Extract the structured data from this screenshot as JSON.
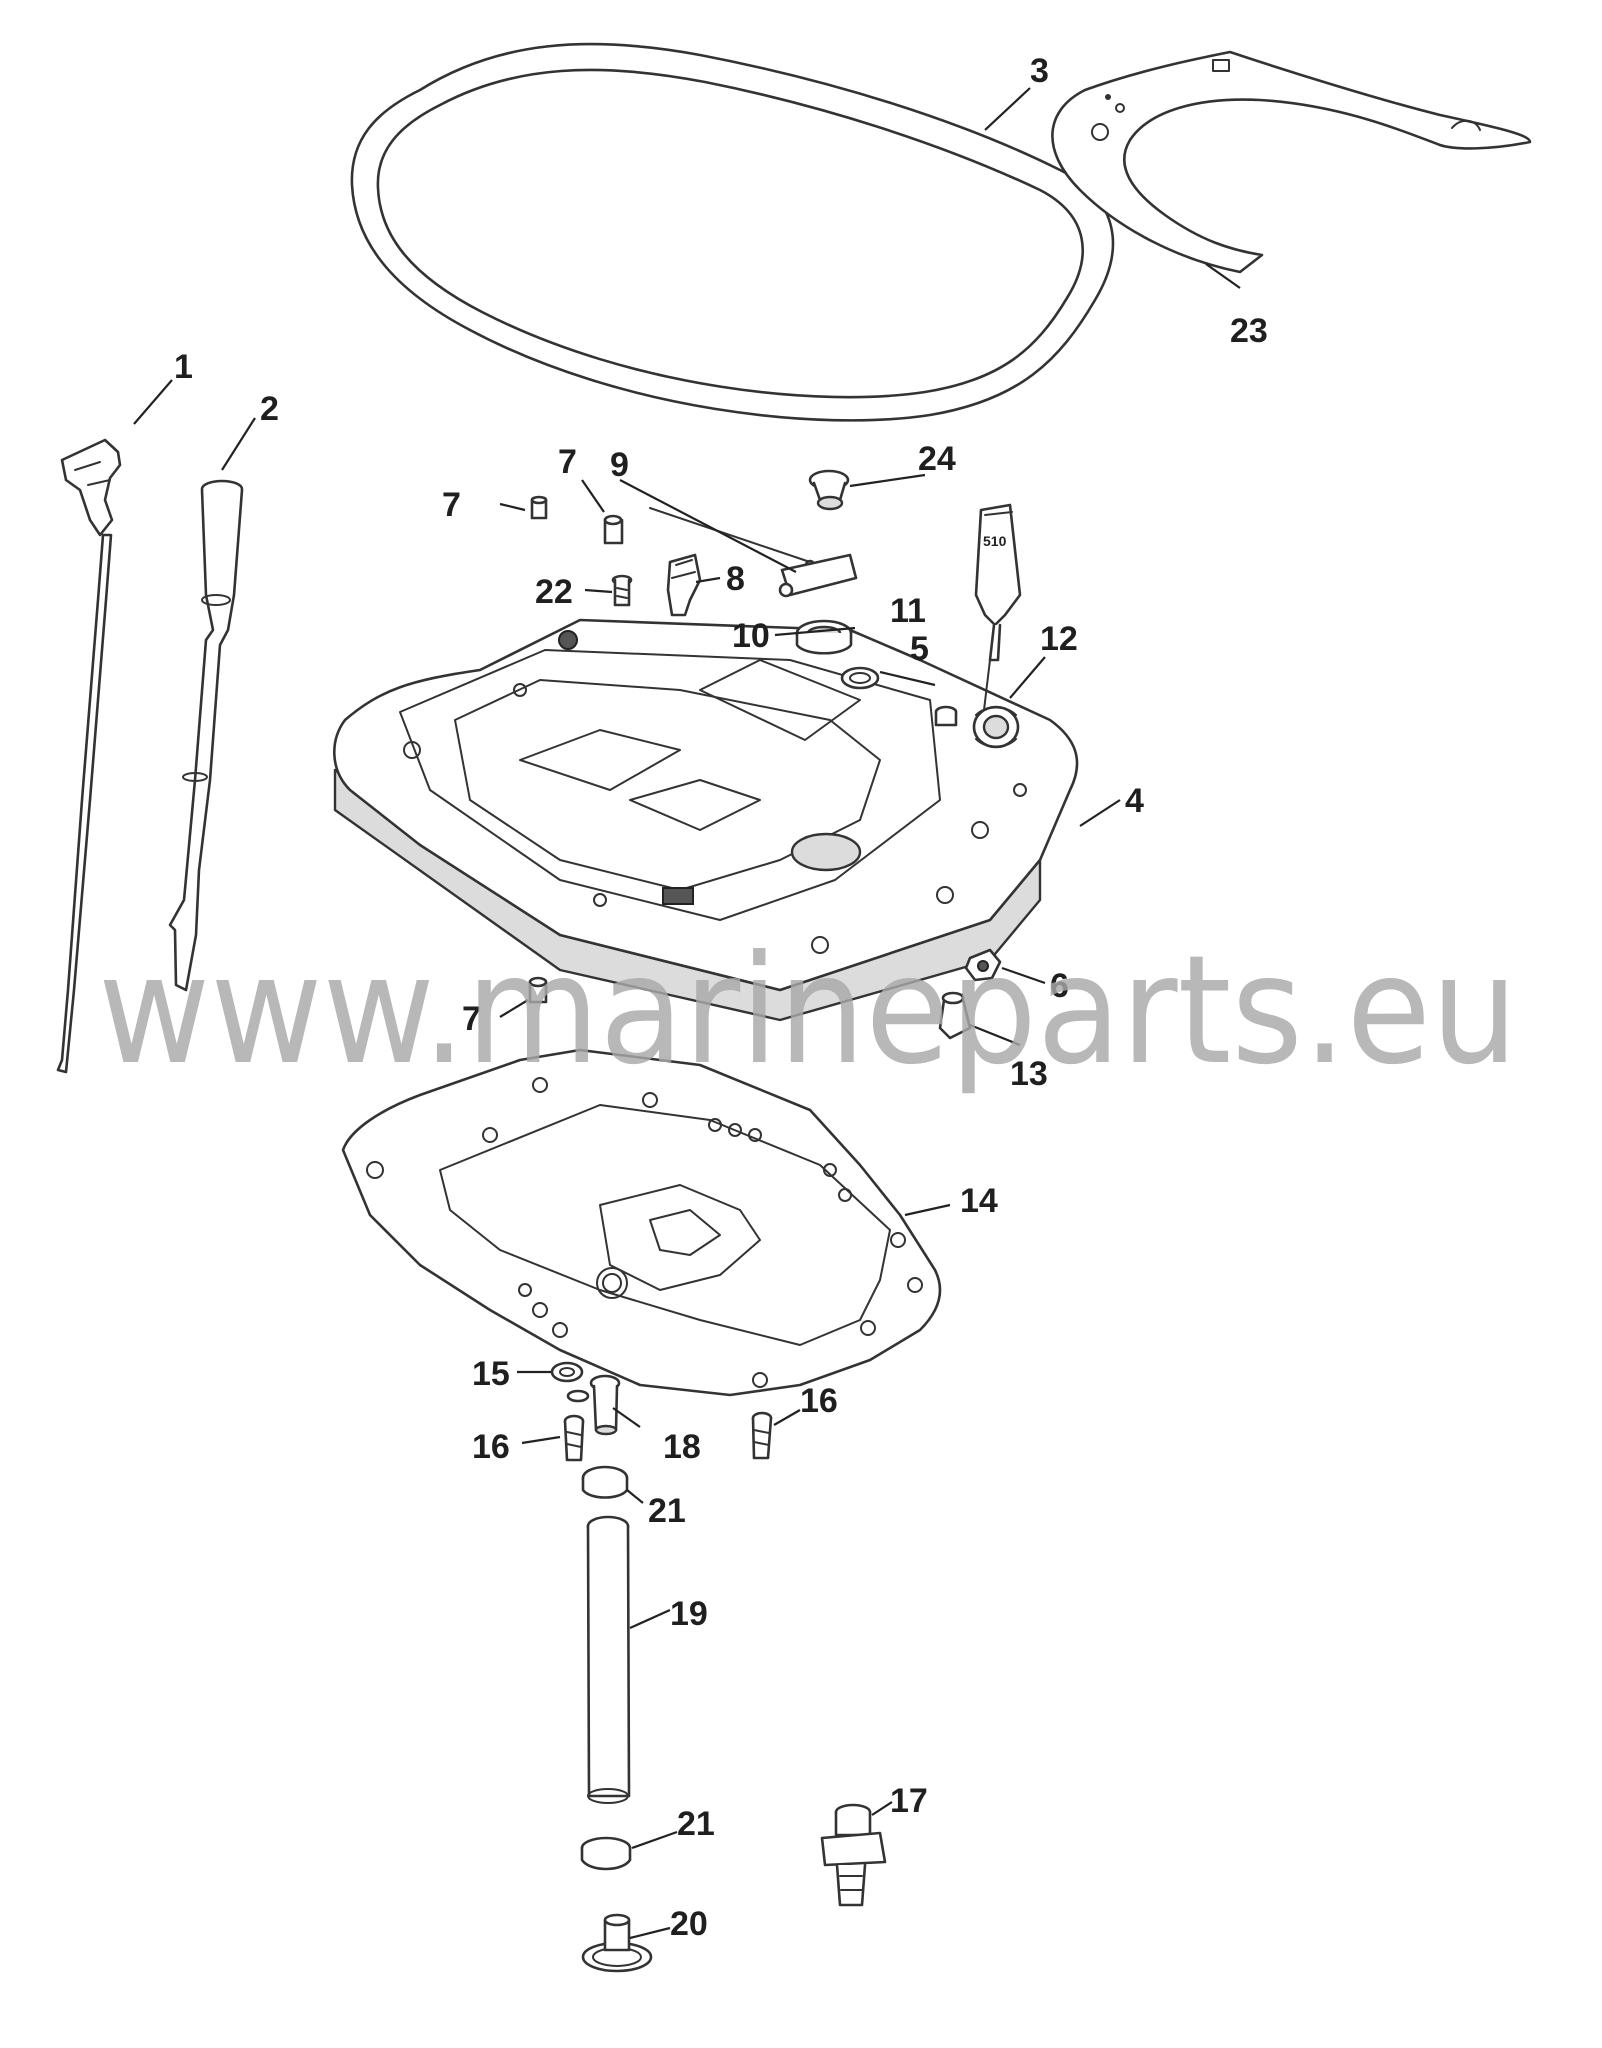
{
  "watermark": "www.marineparts.eu",
  "tube_label": "510",
  "callouts": {
    "c1": "1",
    "c2": "2",
    "c3": "3",
    "c4": "4",
    "c5": "5",
    "c6": "6",
    "c7a": "7",
    "c7b": "7",
    "c7c": "7",
    "c8": "8",
    "c9": "9",
    "c10": "10",
    "c11": "11",
    "c12": "12",
    "c13": "13",
    "c14": "14",
    "c15": "15",
    "c16a": "16",
    "c16b": "16",
    "c17": "17",
    "c18": "18",
    "c19": "19",
    "c20": "20",
    "c21a": "21",
    "c21b": "21",
    "c22": "22",
    "c23": "23",
    "c24": "24"
  }
}
